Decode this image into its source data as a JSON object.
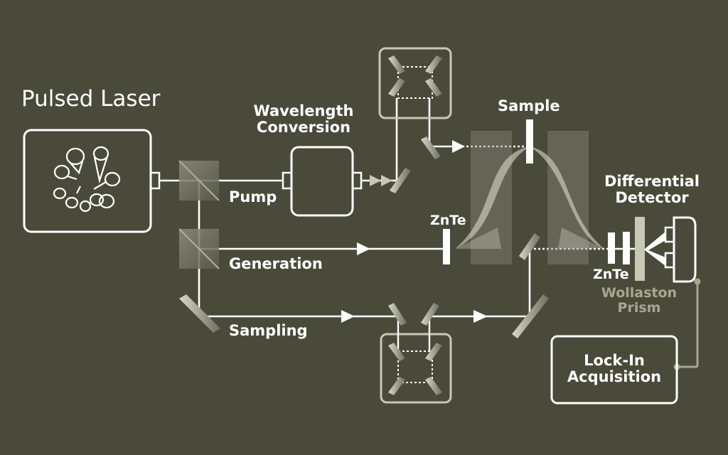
{
  "labels": {
    "pulsed_laser": "Pulsed Laser",
    "wavelength_conversion_line1": "Wavelength",
    "wavelength_conversion_line2": "Conversion",
    "pump": "Pump",
    "generation": "Generation",
    "sampling": "Sampling",
    "sample": "Sample",
    "znte_generation": "ZnTe",
    "znte_detection": "ZnTe",
    "differential_detector_line1": "Differential",
    "differential_detector_line2": "Detector",
    "wollaston_line1": "Wollaston",
    "wollaston_line2": "Prism",
    "lockin_line1": "Lock-In",
    "lockin_line2": "Acquisition"
  },
  "colors": {
    "background": "#4a4a3b",
    "beam": "#ffffff",
    "component": "#c8c8b4",
    "dim_text": "#a8a891"
  }
}
